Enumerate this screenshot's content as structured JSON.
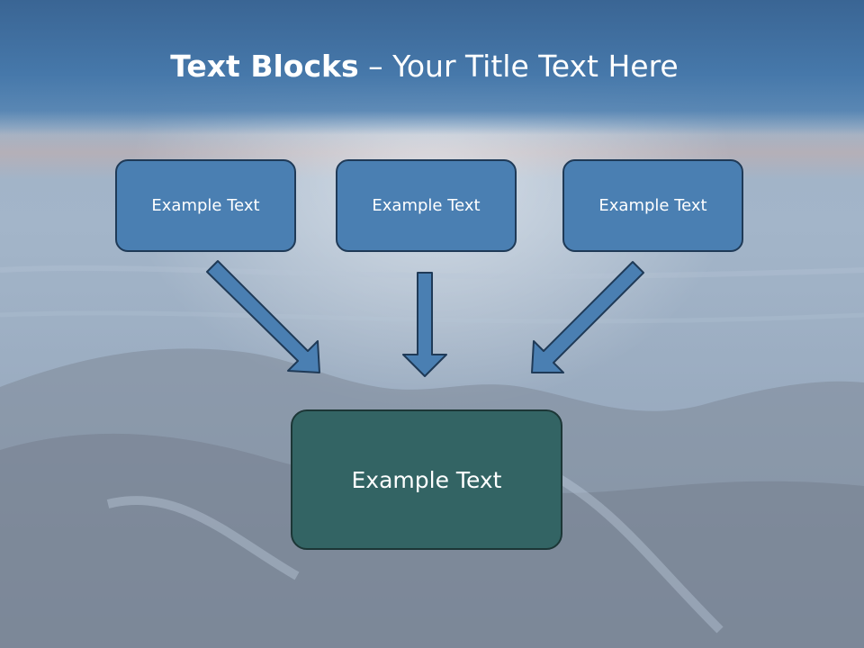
{
  "slide": {
    "title_bold": "Text Blocks",
    "title_rest": " – Your Title Text Here"
  },
  "blocks": [
    {
      "label": "Example Text"
    },
    {
      "label": "Example Text"
    },
    {
      "label": "Example Text"
    }
  ],
  "target_block": {
    "label": "Example Text"
  },
  "colors": {
    "title_band": "#4678aa",
    "block_fill": "#4a7fb2",
    "block_border": "#1f3a57",
    "target_fill": "#336464",
    "arrow_fill": "#4a7fb2",
    "text": "#ffffff"
  }
}
